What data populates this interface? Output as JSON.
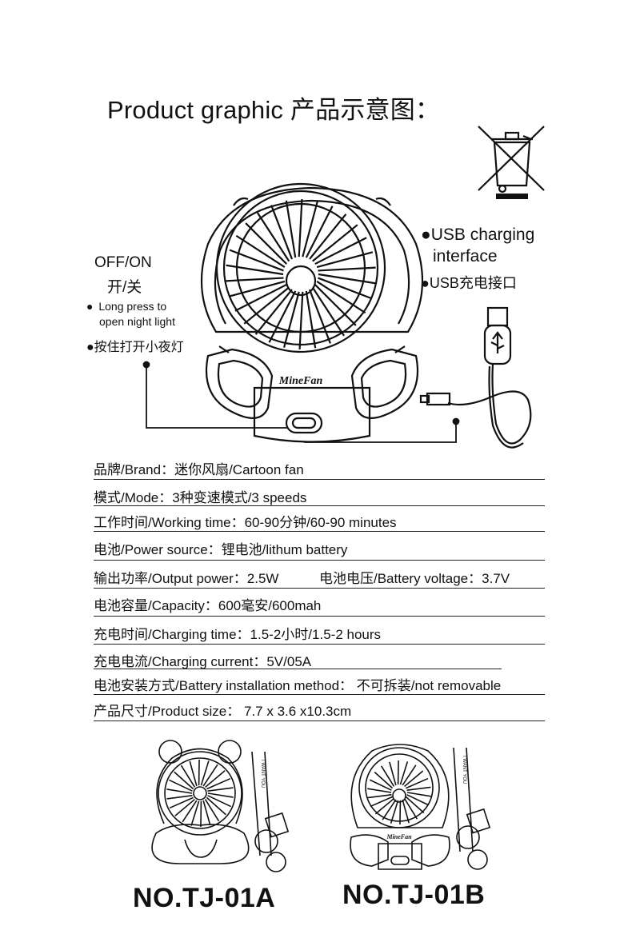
{
  "title": "Product graphic  产品示意图：",
  "annotations": {
    "off_on_en": "OFF/ON",
    "off_on_cn": "开/关",
    "long_press_1": "Long press to",
    "long_press_2": "open night light",
    "long_press_cn": "按住打开小夜灯",
    "usb_1": "USB charging",
    "usb_2": "interface",
    "usb_cn": "USB充电接口",
    "logo": "MineFan"
  },
  "specs": [
    {
      "text": "品牌/Brand：迷你风扇/Cartoon fan"
    },
    {
      "text": "模式/Mode：3种变速模式/3 speeds"
    },
    {
      "text": "工作时间/Working time：60-90分钟/60-90 minutes"
    },
    {
      "text": "电池/Power source：锂电池/lithum battery"
    },
    {
      "text": "输出功率/Output power：2.5W",
      "text2": "电池电压/Battery voltage：3.7V"
    },
    {
      "text": "电池容量/Capacity：600毫安/600mah"
    },
    {
      "text": "充电时间/Charging time：1.5-2小时/1.5-2 hours"
    },
    {
      "text": "充电电流/Charging current：5V/05A"
    },
    {
      "text": "电池安装方式/Battery installation method： 不可拆装/not removable"
    },
    {
      "text": "产品尺寸/Product size： 7.7 x 3.6 x10.3cm"
    }
  ],
  "models": {
    "a_label": "NO.TJ-01A",
    "b_label": "NO.TJ-01B",
    "strap_text": "I WANT YOU"
  }
}
